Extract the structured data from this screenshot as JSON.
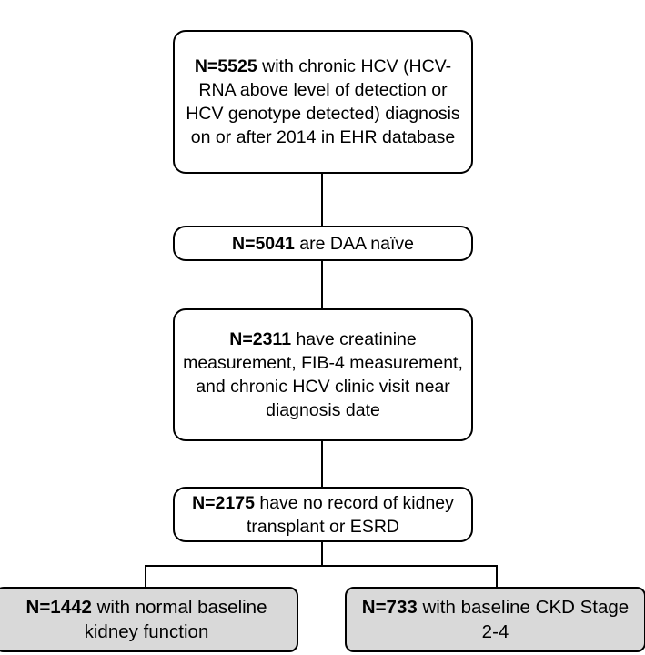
{
  "nodes": [
    {
      "id": "b1",
      "bold": "N=5525",
      "text": " with chronic HCV (HCV-RNA above level of detection or HCV genotype detected) diagnosis on or after 2014 in EHR database"
    },
    {
      "id": "b2",
      "bold": "N=5041",
      "text": " are DAA naïve"
    },
    {
      "id": "b3",
      "bold": "N=2311",
      "text": " have creatinine measurement, FIB-4 measurement, and chronic HCV clinic visit near diagnosis date"
    },
    {
      "id": "b4",
      "bold": "N=2175",
      "text": " have no record of kidney transplant or ESRD"
    },
    {
      "id": "b5",
      "bold": "N=1442",
      "text": " with normal baseline kidney function"
    },
    {
      "id": "b6",
      "bold": "N=733",
      "text": " with baseline CKD Stage 2-4"
    }
  ],
  "edges": [
    {
      "from": "b1",
      "to": "b2"
    },
    {
      "from": "b2",
      "to": "b3"
    },
    {
      "from": "b3",
      "to": "b4"
    },
    {
      "from": "b4",
      "to": "b5"
    },
    {
      "from": "b4",
      "to": "b6"
    }
  ],
  "colors": {
    "border": "#000000",
    "box_fill": "#ffffff",
    "leaf_fill": "#d9d9d9"
  }
}
